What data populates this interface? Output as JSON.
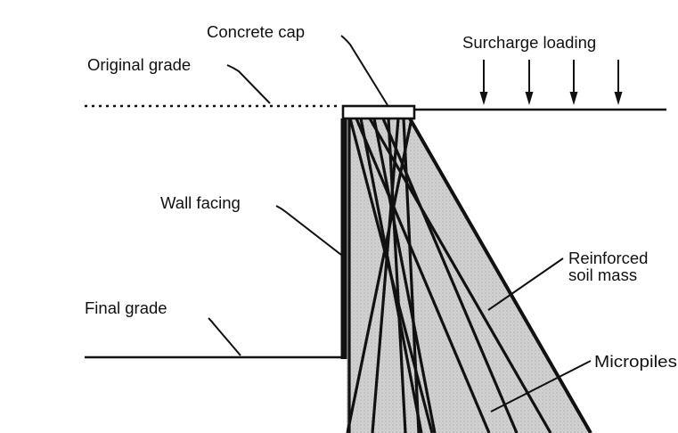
{
  "labels": {
    "concrete_cap": "Concrete cap",
    "surcharge_loading": "Surcharge loading",
    "original_grade": "Original grade",
    "wall_facing": "Wall facing",
    "reinforced_line1": "Reinforced",
    "reinforced_line2": "soil mass",
    "final_grade": "Final grade",
    "micropiles": "Micropiles"
  },
  "colors": {
    "ink": "#111111",
    "soil_fill": "#cfcfcf",
    "background": "#ffffff"
  }
}
